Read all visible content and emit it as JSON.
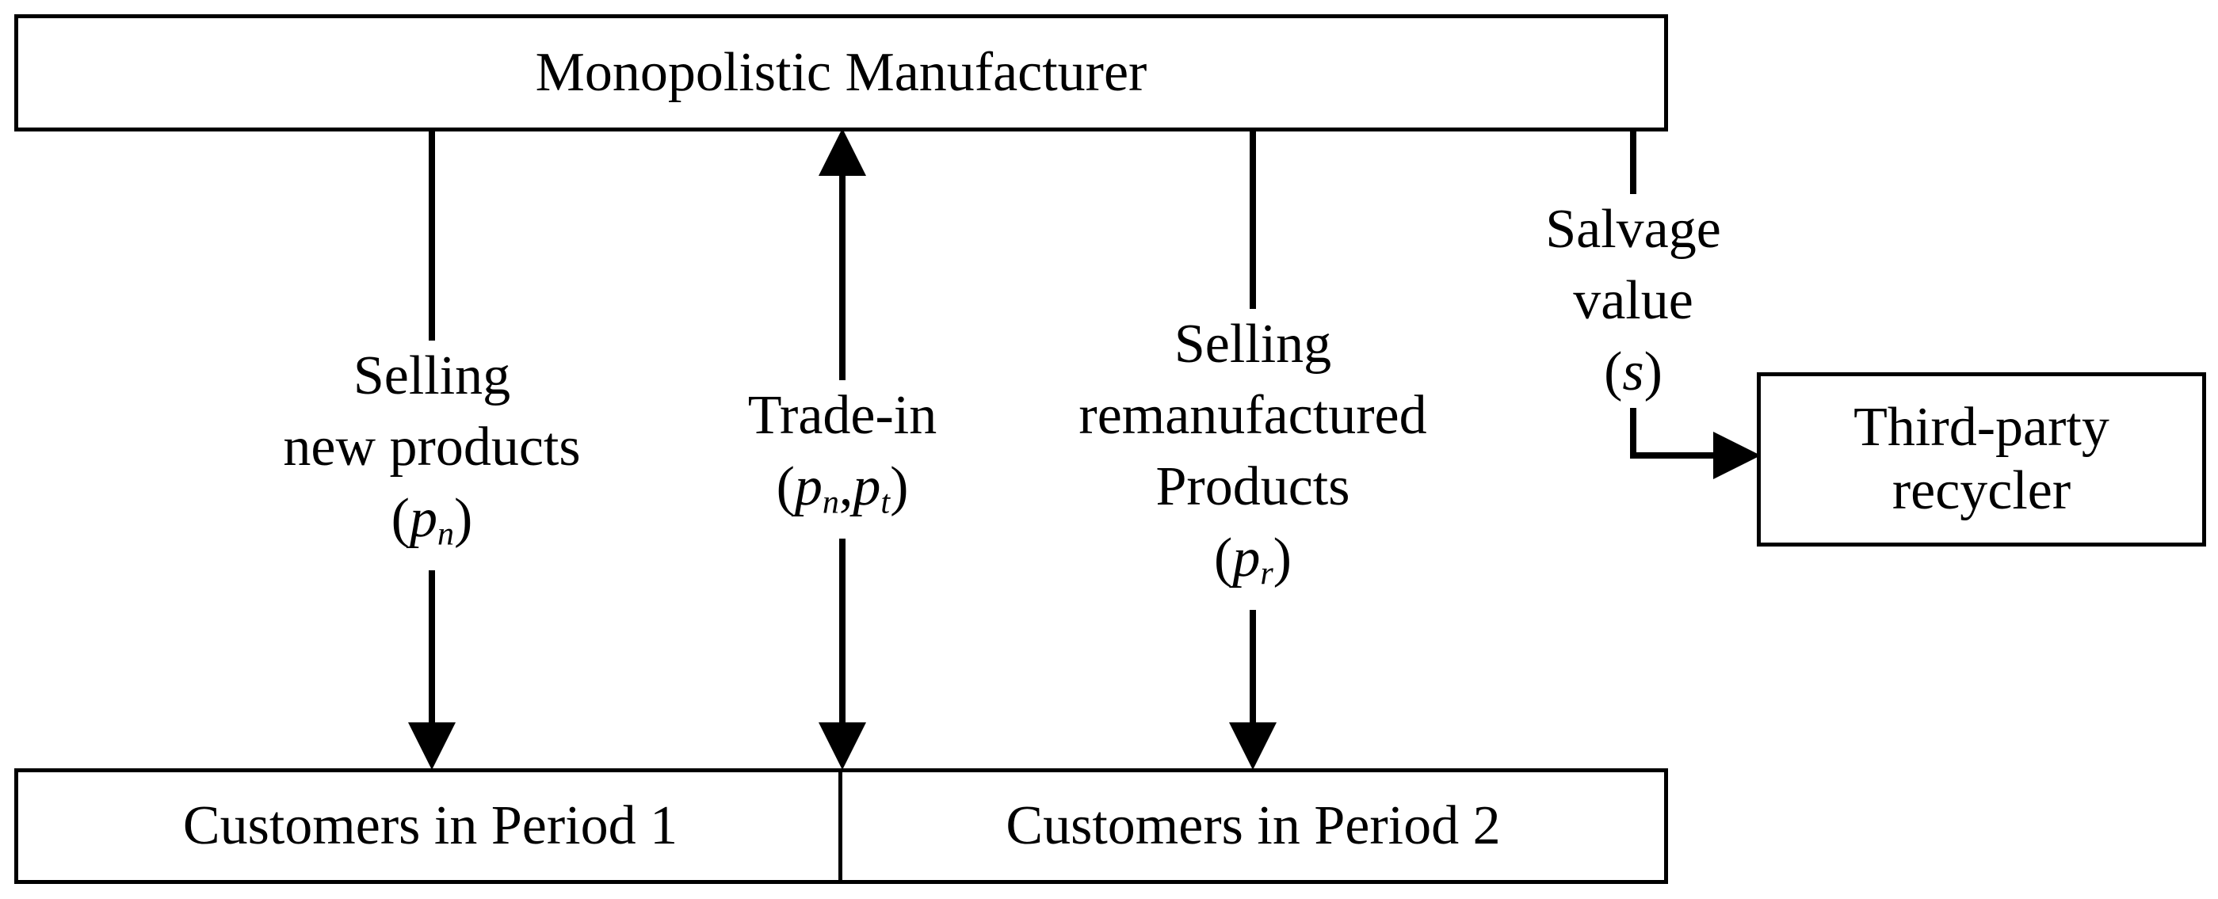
{
  "nodes": {
    "manufacturer": "Monopolistic Manufacturer",
    "customers_period1": "Customers in Period 1",
    "customers_period2": "Customers in Period 2",
    "recycler_line1": "Third-party",
    "recycler_line2": "recycler"
  },
  "edges": {
    "sell_new": {
      "line1": "Selling",
      "line2": "new products",
      "param_open": "(",
      "param_var": "p",
      "param_sub": "n",
      "param_close": ")"
    },
    "trade_in": {
      "line1": "Trade-in",
      "param_open": "(",
      "param_var1": "p",
      "param_sub1": "n",
      "param_sep": ",",
      "param_var2": "p",
      "param_sub2": "t",
      "param_close": ")"
    },
    "sell_reman": {
      "line1": "Selling",
      "line2": "remanufactured",
      "line3": "Products",
      "param_open": "(",
      "param_var": "p",
      "param_sub": "r",
      "param_close": ")"
    },
    "salvage": {
      "line1": "Salvage",
      "line2": "value",
      "param_open": "(",
      "param_var": "s",
      "param_close": ")"
    }
  }
}
